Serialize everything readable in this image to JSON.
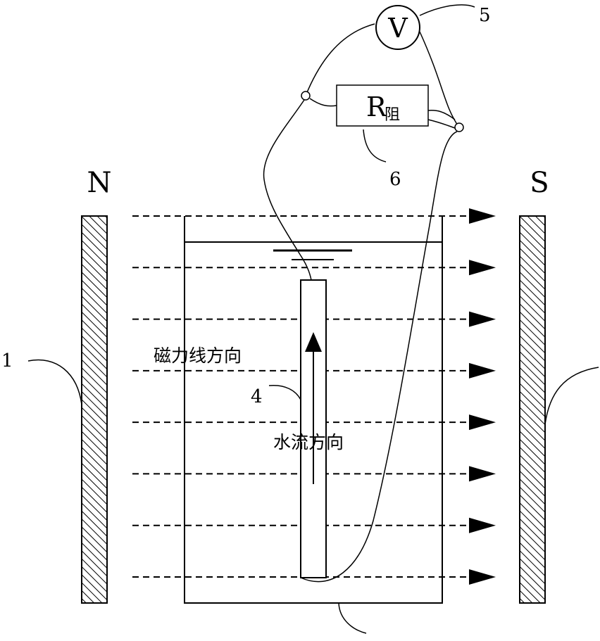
{
  "diagram": {
    "magnets": {
      "north_label": "N",
      "south_label": "S"
    },
    "labels": {
      "field_direction": "磁力线方向",
      "water_flow_direction": "水流方向",
      "voltmeter_symbol": "V",
      "resistor_symbol": "R",
      "resistor_subscript": "阻"
    },
    "callouts": {
      "magnet": "1",
      "pipe": "4",
      "voltmeter": "5",
      "resistor": "6"
    },
    "field_line_count": 8
  }
}
